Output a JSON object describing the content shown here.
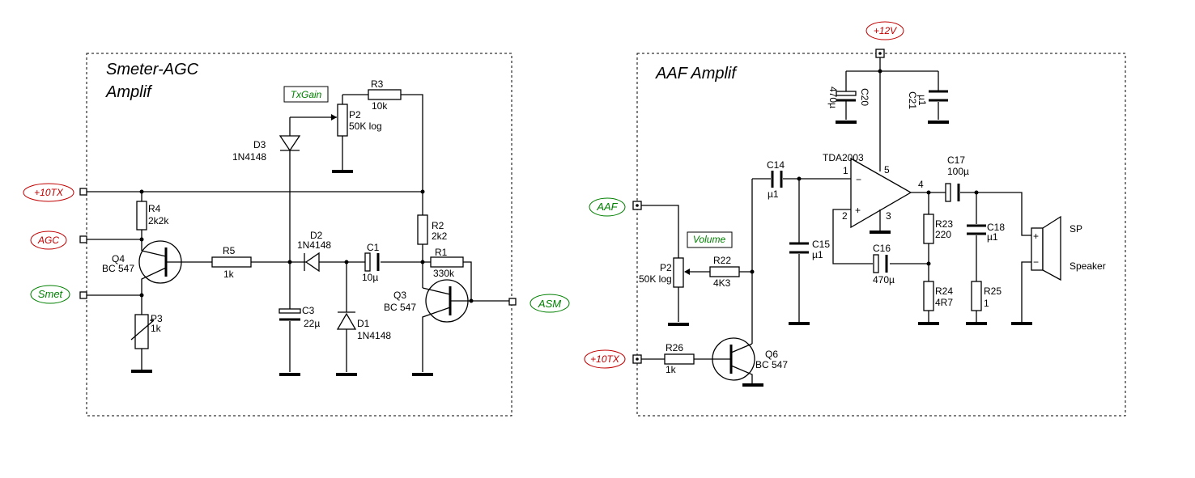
{
  "blocks": {
    "smeter_title_1": "Smeter-AGC",
    "smeter_title_2": "Amplif",
    "aaf_title": "AAF Amplif"
  },
  "nets": {
    "p10tx_left": "+10TX",
    "agc": "AGC",
    "smet": "Smet",
    "asm": "ASM",
    "p12v": "+12V",
    "aaf": "AAF",
    "p10tx_right": "+10TX"
  },
  "boxes": {
    "txgain": "TxGain",
    "volume": "Volume"
  },
  "components": {
    "R3": {
      "ref": "R3",
      "val": "10k"
    },
    "P2a": {
      "ref": "P2",
      "val": "50K log"
    },
    "D3": {
      "ref": "D3",
      "val": "1N4148"
    },
    "R4": {
      "ref": "R4",
      "val": "2k2k"
    },
    "Q4": {
      "ref": "Q4",
      "val": "BC 547"
    },
    "R5": {
      "ref": "R5",
      "val": "1k"
    },
    "D2": {
      "ref": "D2",
      "val": "1N4148"
    },
    "C1": {
      "ref": "C1",
      "val": "10µ"
    },
    "R2": {
      "ref": "R2",
      "val": "2k2"
    },
    "R1": {
      "ref": "R1",
      "val": "330k"
    },
    "Q3": {
      "ref": "Q3",
      "val": "BC 547"
    },
    "P3": {
      "ref": "P3",
      "val": "1k"
    },
    "C3": {
      "ref": "C3",
      "val": "22µ"
    },
    "D1": {
      "ref": "D1",
      "val": "1N4148"
    },
    "C20": {
      "ref": "C20",
      "val": "470µ"
    },
    "C21": {
      "ref": "C21",
      "val": "µ1"
    },
    "IC": {
      "ref": "TDA2003",
      "p1": "1",
      "p2": "2",
      "p3": "3",
      "p4": "4",
      "p5": "5",
      "minus": "−",
      "plus": "+"
    },
    "C14": {
      "ref": "C14",
      "val": "µ1"
    },
    "C17": {
      "ref": "C17",
      "val": "100µ"
    },
    "P2b": {
      "ref": "P2",
      "val": "50K log"
    },
    "R22": {
      "ref": "R22",
      "val": "4K3"
    },
    "C15": {
      "ref": "C15",
      "val": "µ1"
    },
    "C16": {
      "ref": "C16",
      "val": "470µ"
    },
    "R23": {
      "ref": "R23",
      "val": "220"
    },
    "C18": {
      "ref": "C18",
      "val": "µ1"
    },
    "R24": {
      "ref": "R24",
      "val": "4R7"
    },
    "R25": {
      "ref": "R25",
      "val": "1"
    },
    "SP": {
      "ref": "SP",
      "val": "Speaker",
      "plus": "+",
      "minus": "−"
    },
    "R26": {
      "ref": "R26",
      "val": "1k"
    },
    "Q6": {
      "ref": "Q6",
      "val": "BC 547"
    }
  }
}
